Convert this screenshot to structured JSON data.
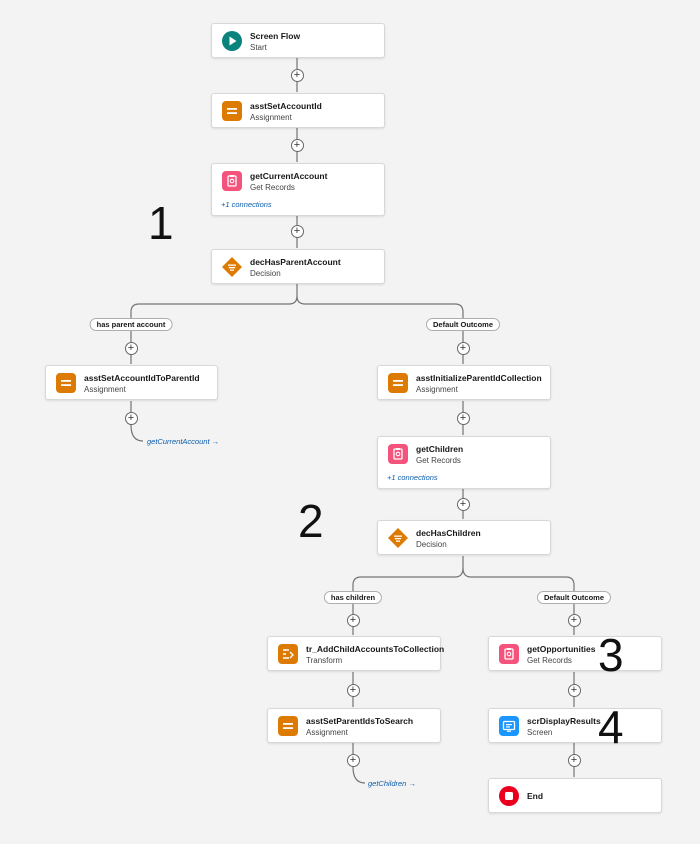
{
  "nodes": [
    {
      "key": "screen-flow",
      "title": "Screen Flow",
      "subtitle": "Start",
      "icon": "play-icon"
    },
    {
      "key": "asstSetAccountId",
      "title": "asstSetAccountId",
      "subtitle": "Assignment",
      "icon": "assignment-icon"
    },
    {
      "key": "getCurrentAccount",
      "title": "getCurrentAccount",
      "subtitle": "Get Records",
      "icon": "get-records-icon",
      "connections": "+1 connections"
    },
    {
      "key": "decHasParentAccount",
      "title": "decHasParentAccount",
      "subtitle": "Decision",
      "icon": "decision-icon"
    },
    {
      "key": "asstSetAccountIdToParentId",
      "title": "asstSetAccountIdToParentId",
      "subtitle": "Assignment",
      "icon": "assignment-icon"
    },
    {
      "key": "asstInitializeParentIdCollection",
      "title": "asstInitializeParentIdCollection",
      "subtitle": "Assignment",
      "icon": "assignment-icon"
    },
    {
      "key": "getChildren",
      "title": "getChildren",
      "subtitle": "Get Records",
      "icon": "get-records-icon",
      "connections": "+1 connections"
    },
    {
      "key": "decHasChildren",
      "title": "decHasChildren",
      "subtitle": "Decision",
      "icon": "decision-icon"
    },
    {
      "key": "tr_AddChildAccountsToCollection",
      "title": "tr_AddChildAccountsToCollection",
      "subtitle": "Transform",
      "icon": "transform-icon"
    },
    {
      "key": "asstSetParentIdsToSearch",
      "title": "asstSetParentIdsToSearch",
      "subtitle": "Assignment",
      "icon": "assignment-icon"
    },
    {
      "key": "getOpportunities",
      "title": "getOpportunities",
      "subtitle": "Get Records",
      "icon": "get-records-icon"
    },
    {
      "key": "scrDisplayResults",
      "title": "scrDisplayResults",
      "subtitle": "Screen",
      "icon": "screen-icon"
    },
    {
      "key": "end",
      "title": "End",
      "subtitle": "",
      "icon": "stop-icon"
    }
  ],
  "outcomes": [
    {
      "key": "has-parent-account",
      "label": "has parent account"
    },
    {
      "key": "default-outcome-1",
      "label": "Default Outcome"
    },
    {
      "key": "has-children",
      "label": "has children"
    },
    {
      "key": "default-outcome-2",
      "label": "Default Outcome"
    }
  ],
  "goto_links": [
    {
      "key": "goto-getCurrentAccount",
      "label": "getCurrentAccount →"
    },
    {
      "key": "goto-getChildren",
      "label": "getChildren →"
    }
  ],
  "add_element_symbol": "+",
  "annotations": [
    "1",
    "2",
    "3",
    "4"
  ],
  "colors": {
    "start": "#0b827c",
    "assignment": "#dd7a01",
    "get_records": "#f4537c",
    "decision": "#dd7a01",
    "transform": "#dd7a01",
    "screen": "#1b96ff",
    "end": "#ea001e",
    "link": "#0b5cab",
    "connector": "#747474"
  }
}
